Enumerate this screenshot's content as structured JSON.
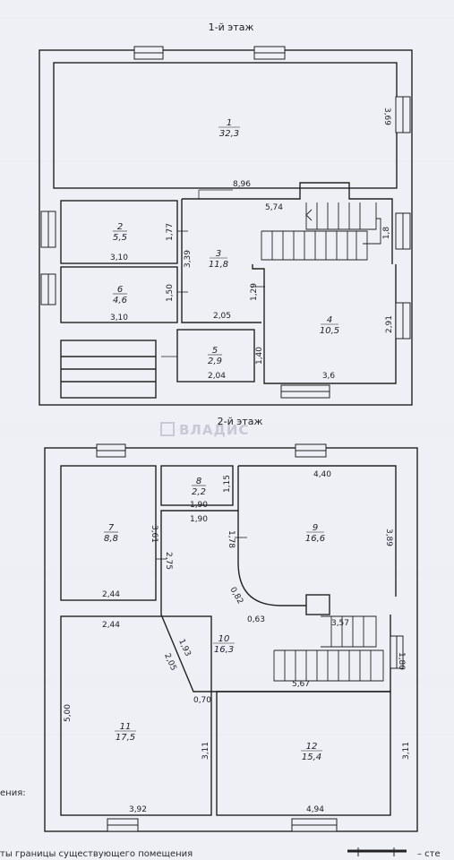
{
  "floors": [
    {
      "title": "1-й этаж",
      "rooms": [
        {
          "no": "1",
          "area": "32,3"
        },
        {
          "no": "2",
          "area": "5,5"
        },
        {
          "no": "3",
          "area": "11,8"
        },
        {
          "no": "4",
          "area": "10,5"
        },
        {
          "no": "5",
          "area": "2,9"
        },
        {
          "no": "6",
          "area": "4,6"
        }
      ],
      "dims": [
        "3,69",
        "8,96",
        "5,74",
        "1,77",
        "3,39",
        "1,8",
        "3,10",
        "1,50",
        "1,29",
        "3,10",
        "2,05",
        "2,91",
        "1,40",
        "2,04",
        "3,6"
      ]
    },
    {
      "title": "2-й этаж",
      "rooms": [
        {
          "no": "7",
          "area": "8,8"
        },
        {
          "no": "8",
          "area": "2,2"
        },
        {
          "no": "9",
          "area": "16,6"
        },
        {
          "no": "10",
          "area": "16,3"
        },
        {
          "no": "11",
          "area": "17,5"
        },
        {
          "no": "12",
          "area": "15,4"
        }
      ],
      "dims": [
        "4,40",
        "1,15",
        "1,90",
        "1,90",
        "3,61",
        "1,78",
        "3,89",
        "2,75",
        "2,44",
        "0,82",
        "0,63",
        "3,57",
        "2,44",
        "1,93",
        "2,05",
        "1,80",
        "5,67",
        "0,70",
        "5,00",
        "3,11",
        "3,11",
        "3,92",
        "4,94"
      ]
    }
  ],
  "watermark": "ВЛАДИС",
  "legend": {
    "heading": "ения:",
    "line1": "ты границы существующего помещения",
    "suffix": "– сте"
  }
}
